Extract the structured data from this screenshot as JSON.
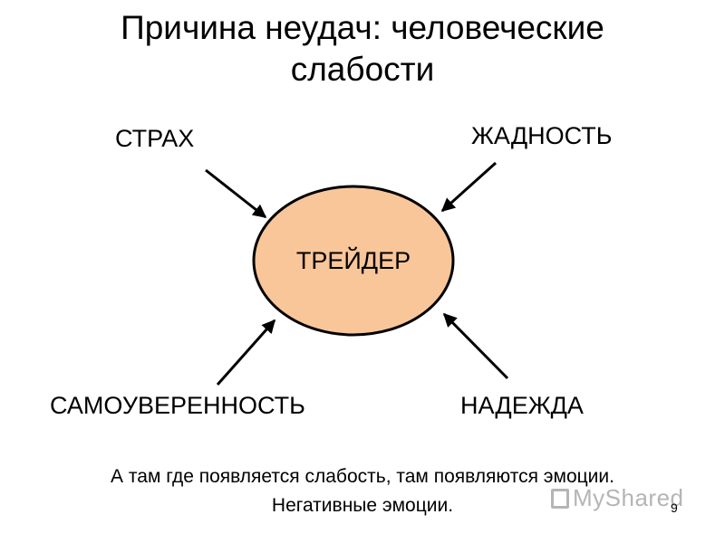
{
  "slide": {
    "title_line1": "Причина неудач: человеческие",
    "title_line2": "слабости",
    "center": "ТРЕЙДЕР",
    "weaknesses": {
      "fear": "СТРАХ",
      "greed": "ЖАДНОСТЬ",
      "overconfidence": "САМОУВЕРЕННОСТЬ",
      "hope": "НАДЕЖДА"
    },
    "footer_line1": "А там где появляется слабость, там появляются эмоции.",
    "footer_line2": "Негативные эмоции.",
    "page_number": "9"
  },
  "watermark": {
    "text": "MyShared",
    "icon": "presentation-board-icon"
  },
  "colors": {
    "ellipse_fill": "#F9C69A",
    "ellipse_stroke": "#000000",
    "arrow": "#000000",
    "watermark": "#B5B5B5"
  }
}
